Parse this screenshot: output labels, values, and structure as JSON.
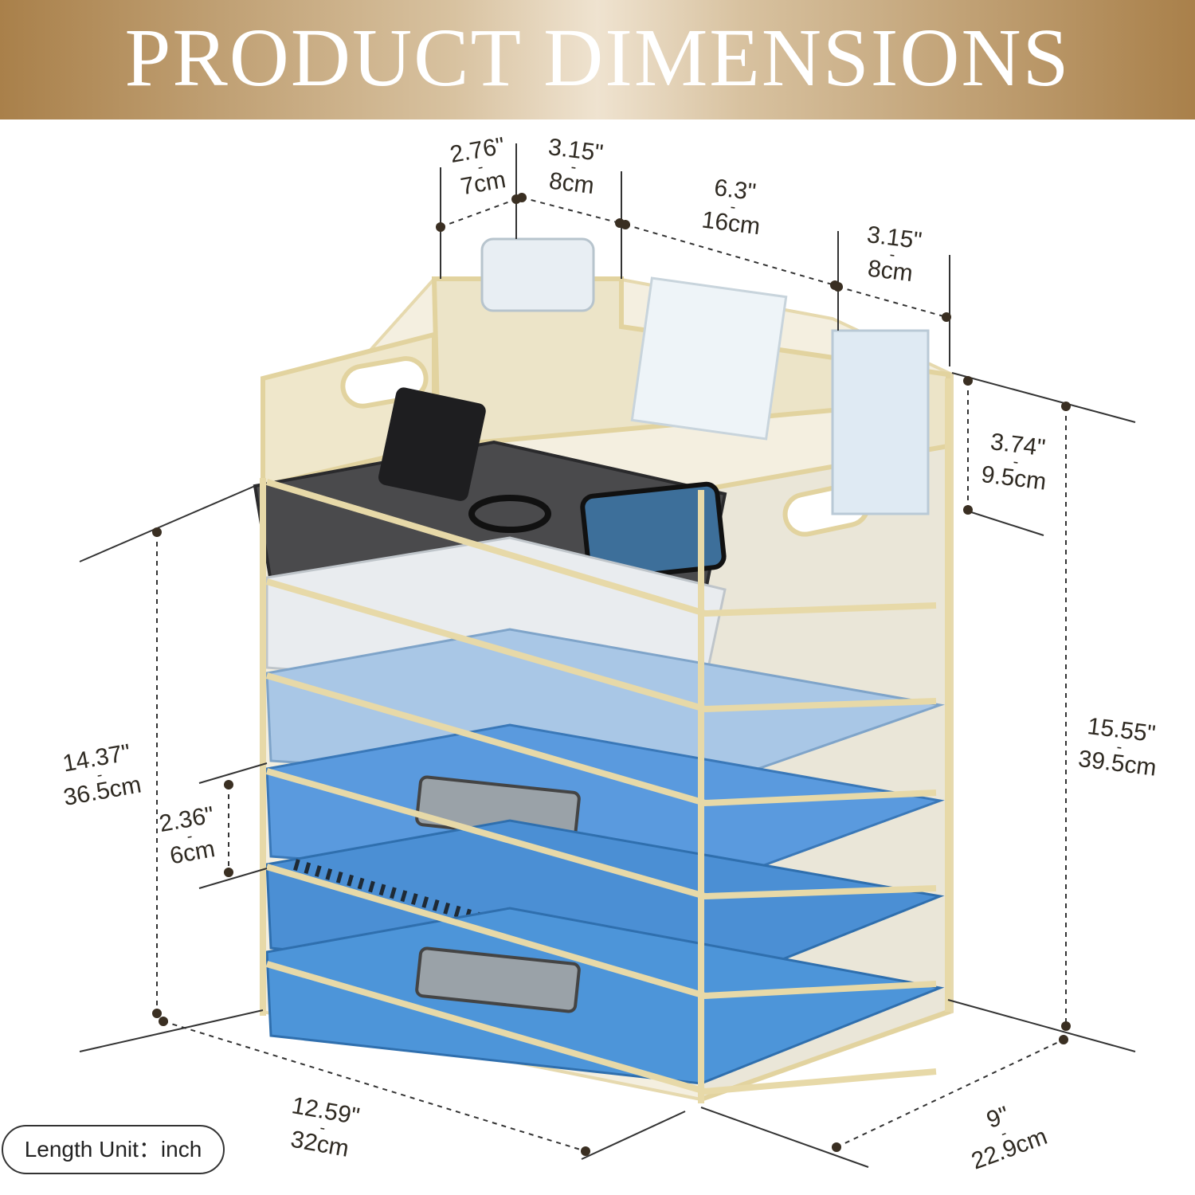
{
  "header": {
    "title": "PRODUCT DIMENSIONS"
  },
  "dimensions": {
    "pen_cup_width": {
      "in": "2.76\"",
      "cm": "7cm"
    },
    "compartment_1": {
      "in": "3.15\"",
      "cm": "8cm"
    },
    "compartment_2": {
      "in": "6.3\"",
      "cm": "16cm"
    },
    "compartment_3": {
      "in": "3.15\"",
      "cm": "8cm"
    },
    "top_tray_height": {
      "in": "3.74\"",
      "cm": "9.5cm"
    },
    "total_height": {
      "in": "15.55\"",
      "cm": "39.5cm"
    },
    "frame_height": {
      "in": "14.37\"",
      "cm": "36.5cm"
    },
    "shelf_gap": {
      "in": "2.36\"",
      "cm": "6cm"
    },
    "width": {
      "in": "12.59\"",
      "cm": "32cm"
    },
    "depth": {
      "in": "9\"",
      "cm": "22.9cm"
    }
  },
  "unit_label": "Length Unit：inch",
  "colors": {
    "banner_gold": "#b38d57",
    "frame_gold": "#e9dcb0",
    "folder_blue": "#4d8fd6"
  }
}
